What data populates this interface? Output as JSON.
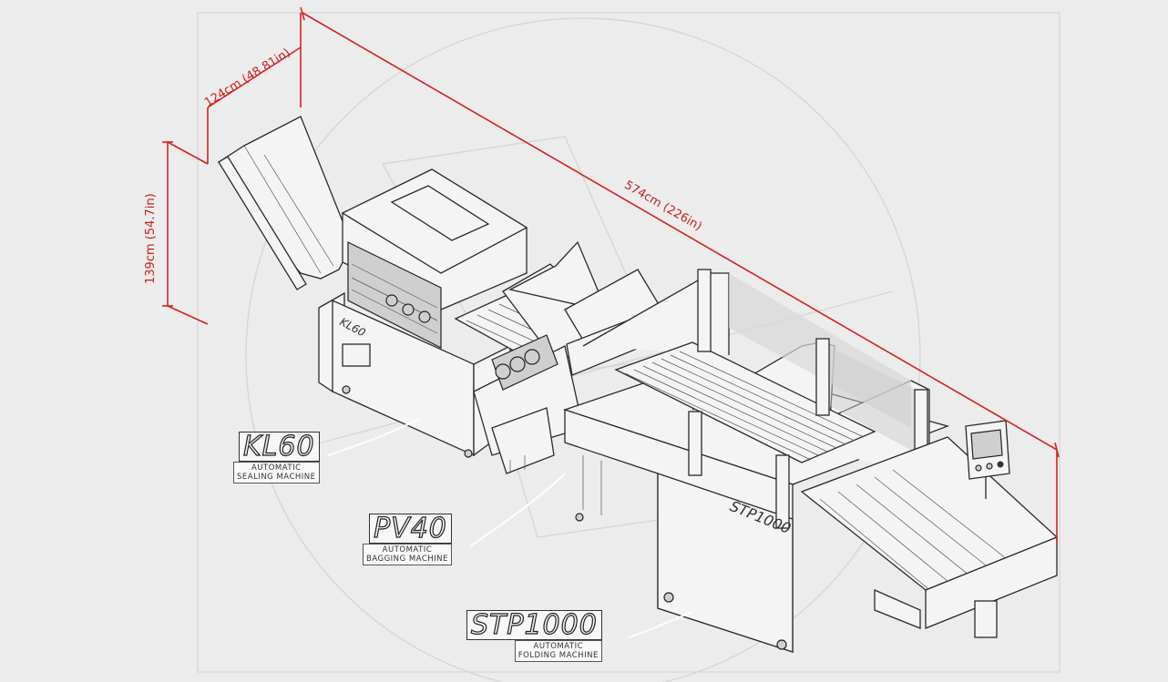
{
  "dimensions": {
    "width_label": "124cm (48.81in)",
    "height_label": "139cm (54.7in)",
    "length_label": "574cm (226in)"
  },
  "machines": [
    {
      "model": "KL60",
      "line1": "AUTOMATIC",
      "line2": "SEALING MACHINE"
    },
    {
      "model": "PV40",
      "line1": "AUTOMATIC",
      "line2": "BAGGING MACHINE"
    },
    {
      "model": "STP1000",
      "line1": "AUTOMATIC",
      "line2": "FOLDING MACHINE"
    }
  ],
  "machine_markings": {
    "kl60_side": "KL60",
    "stp_side": "STP1000"
  },
  "colors": {
    "dimension": "#d42323",
    "background": "#ececec"
  }
}
